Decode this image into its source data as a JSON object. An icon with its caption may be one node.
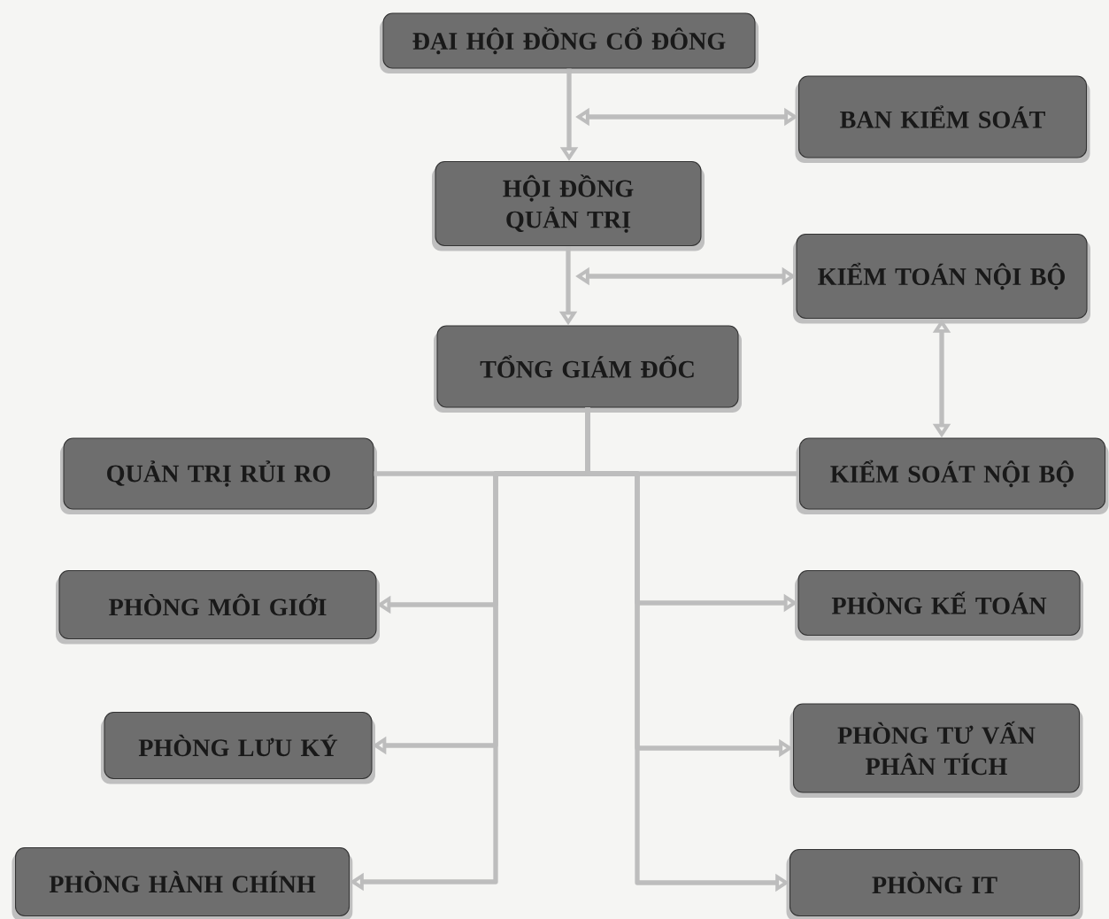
{
  "diagram": {
    "nodes": [
      {
        "text": [
          "ĐẠI HỘI ĐỒNG CỔ ĐÔNG"
        ]
      },
      {
        "text": [
          "BAN KIỂM SOÁT"
        ]
      },
      {
        "text": [
          "HỘI ĐỒNG QUẢN TRỊ"
        ]
      },
      {
        "text": [
          "KIỂM TOÁN NỘI BỘ"
        ]
      },
      {
        "text": [
          "TỔNG GIÁM ĐỐC"
        ]
      },
      {
        "text": [
          "QUẢN TRỊ RỦI RO"
        ]
      },
      {
        "text": [
          "KIỂM SOÁT NỘI BỘ"
        ]
      },
      {
        "text": [
          "PHÒNG MÔI GIỚI"
        ]
      },
      {
        "text": [
          "PHÒNG KẾ TOÁN"
        ]
      },
      {
        "text": [
          "PHÒNG LƯU KÝ"
        ]
      },
      {
        "text": [
          "PHÒNG TƯ VẤN PHÂN TÍCH"
        ]
      },
      {
        "text": [
          "PHÒNG HÀNH CHÍNH"
        ]
      },
      {
        "text": [
          "PHÒNG IT"
        ]
      }
    ],
    "edges": [
      {
        "from": 0,
        "to": 2,
        "arrow": "to"
      },
      {
        "from": null,
        "to": 1,
        "arrow": "both"
      },
      {
        "from": 2,
        "to": 4,
        "arrow": "to"
      },
      {
        "from": null,
        "to": 3,
        "arrow": "both"
      },
      {
        "from": 3,
        "to": 6,
        "arrow": "both"
      },
      {
        "from": 4,
        "to": 5,
        "arrow": "none"
      },
      {
        "from": 4,
        "to": 6,
        "arrow": "none"
      },
      {
        "from": 4,
        "to": 7,
        "arrow": "to"
      },
      {
        "from": 4,
        "to": 9,
        "arrow": "to"
      },
      {
        "from": 4,
        "to": 11,
        "arrow": "to"
      },
      {
        "from": 4,
        "to": 8,
        "arrow": "to"
      },
      {
        "from": 4,
        "to": 10,
        "arrow": "to"
      },
      {
        "from": 4,
        "to": 12,
        "arrow": "to"
      }
    ]
  }
}
